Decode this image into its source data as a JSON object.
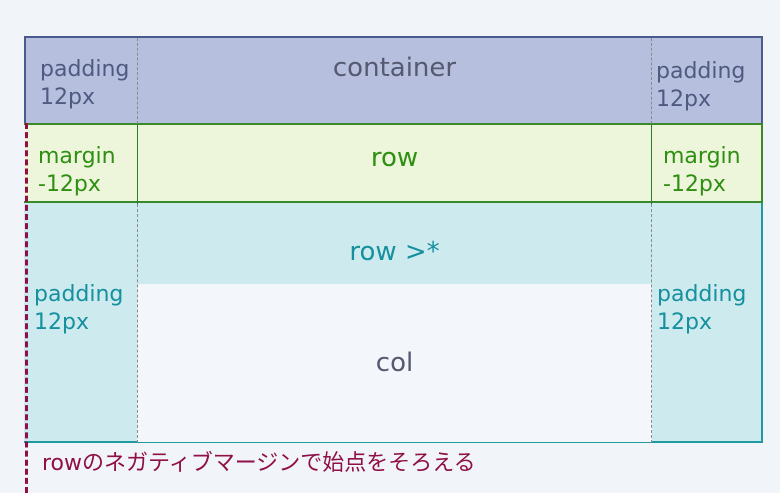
{
  "container": {
    "title": "container",
    "left_label": "padding\n12px",
    "right_label": "padding\n12px"
  },
  "row": {
    "title": "row",
    "left_label": "margin\n-12px",
    "right_label": "margin\n-12px"
  },
  "row_children": {
    "title": "row >*",
    "left_label": "padding\n12px",
    "right_label": "padding\n12px"
  },
  "col": {
    "title": "col"
  },
  "caption": "rowのネガティブマージンで始点をそろえる",
  "colors": {
    "container_bg": "#b7bfdf",
    "row_bg": "#edf6da",
    "row_children_bg": "#cdebee",
    "col_bg": "#f3f7fb",
    "accent_maroon": "#8e1046"
  }
}
